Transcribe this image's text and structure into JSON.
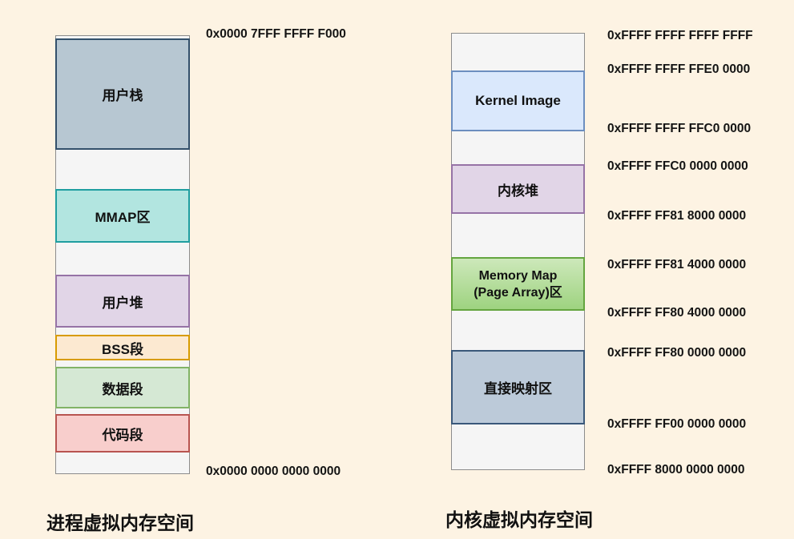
{
  "colors": {
    "background": "#FDF3E3",
    "container_fill": "#F5F5F5",
    "container_border": "#8C8C8C",
    "text": "#111111"
  },
  "process_space": {
    "title": "进程虚拟内存空间",
    "address_top": "0x0000 7FFF FFFF F000",
    "address_bottom": "0x0000 0000 0000 0000",
    "segments": [
      {
        "label": "用户栈",
        "fill": "#B7C7D2",
        "border": "#33506B"
      },
      {
        "label": "MMAP区",
        "fill": "#B2E5E0",
        "border": "#1F9EA0"
      },
      {
        "label": "用户堆",
        "fill": "#E1D5E7",
        "border": "#9673A6"
      },
      {
        "label": "BSS段",
        "fill": "#FCE9D1",
        "border": "#D79B00"
      },
      {
        "label": "数据段",
        "fill": "#D5E8D4",
        "border": "#82B366"
      },
      {
        "label": "代码段",
        "fill": "#F8CECC",
        "border": "#B85450"
      }
    ]
  },
  "kernel_space": {
    "title": "内核虚拟内存空间",
    "segments": [
      {
        "label": "Kernel Image",
        "fill": "#DAE8FC",
        "border": "#6C8EBF"
      },
      {
        "label": "内核堆",
        "fill": "#E1D5E7",
        "border": "#9673A6"
      },
      {
        "label_lines": [
          "Memory Map",
          "(Page Array)区"
        ],
        "fill": "linear-gradient(180deg,#CDE8BA,#9ED380)",
        "border": "#64A53F"
      },
      {
        "label": "直接映射区",
        "fill": "#BCCAD9",
        "border": "#3A587A"
      }
    ],
    "addresses": [
      "0xFFFF FFFF FFFF FFFF",
      "0xFFFF FFFF FFE0 0000",
      "0xFFFF FFFF FFC0 0000",
      "0xFFFF FFC0 0000 0000",
      "0xFFFF FF81 8000 0000",
      "0xFFFF FF81 4000 0000",
      "0xFFFF FF80 4000 0000",
      "0xFFFF FF80 0000 0000",
      "0xFFFF FF00 0000 0000",
      "0xFFFF 8000 0000 0000"
    ]
  }
}
